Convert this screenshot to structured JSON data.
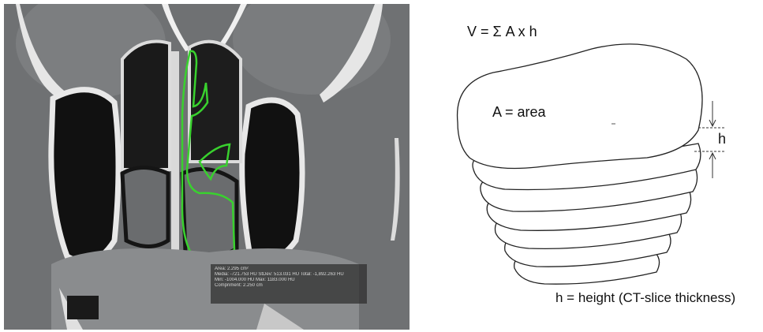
{
  "ct_image": {
    "measurement_lines": [
      "Area: 2.295 cm²",
      "Media: -721.753 HU  StDev: 513.031 HU  Total: -1,892.263 HU",
      "Min: -1004.000 HU  Max: 1183.000 HU",
      "Compriment: 2.250 cm"
    ],
    "contour_color": "#39d12e"
  },
  "diagram": {
    "formula": "V = Σ A x h",
    "area_label": "A = area",
    "h_label": "h",
    "caption": "h = height (CT-slice thickness)"
  }
}
